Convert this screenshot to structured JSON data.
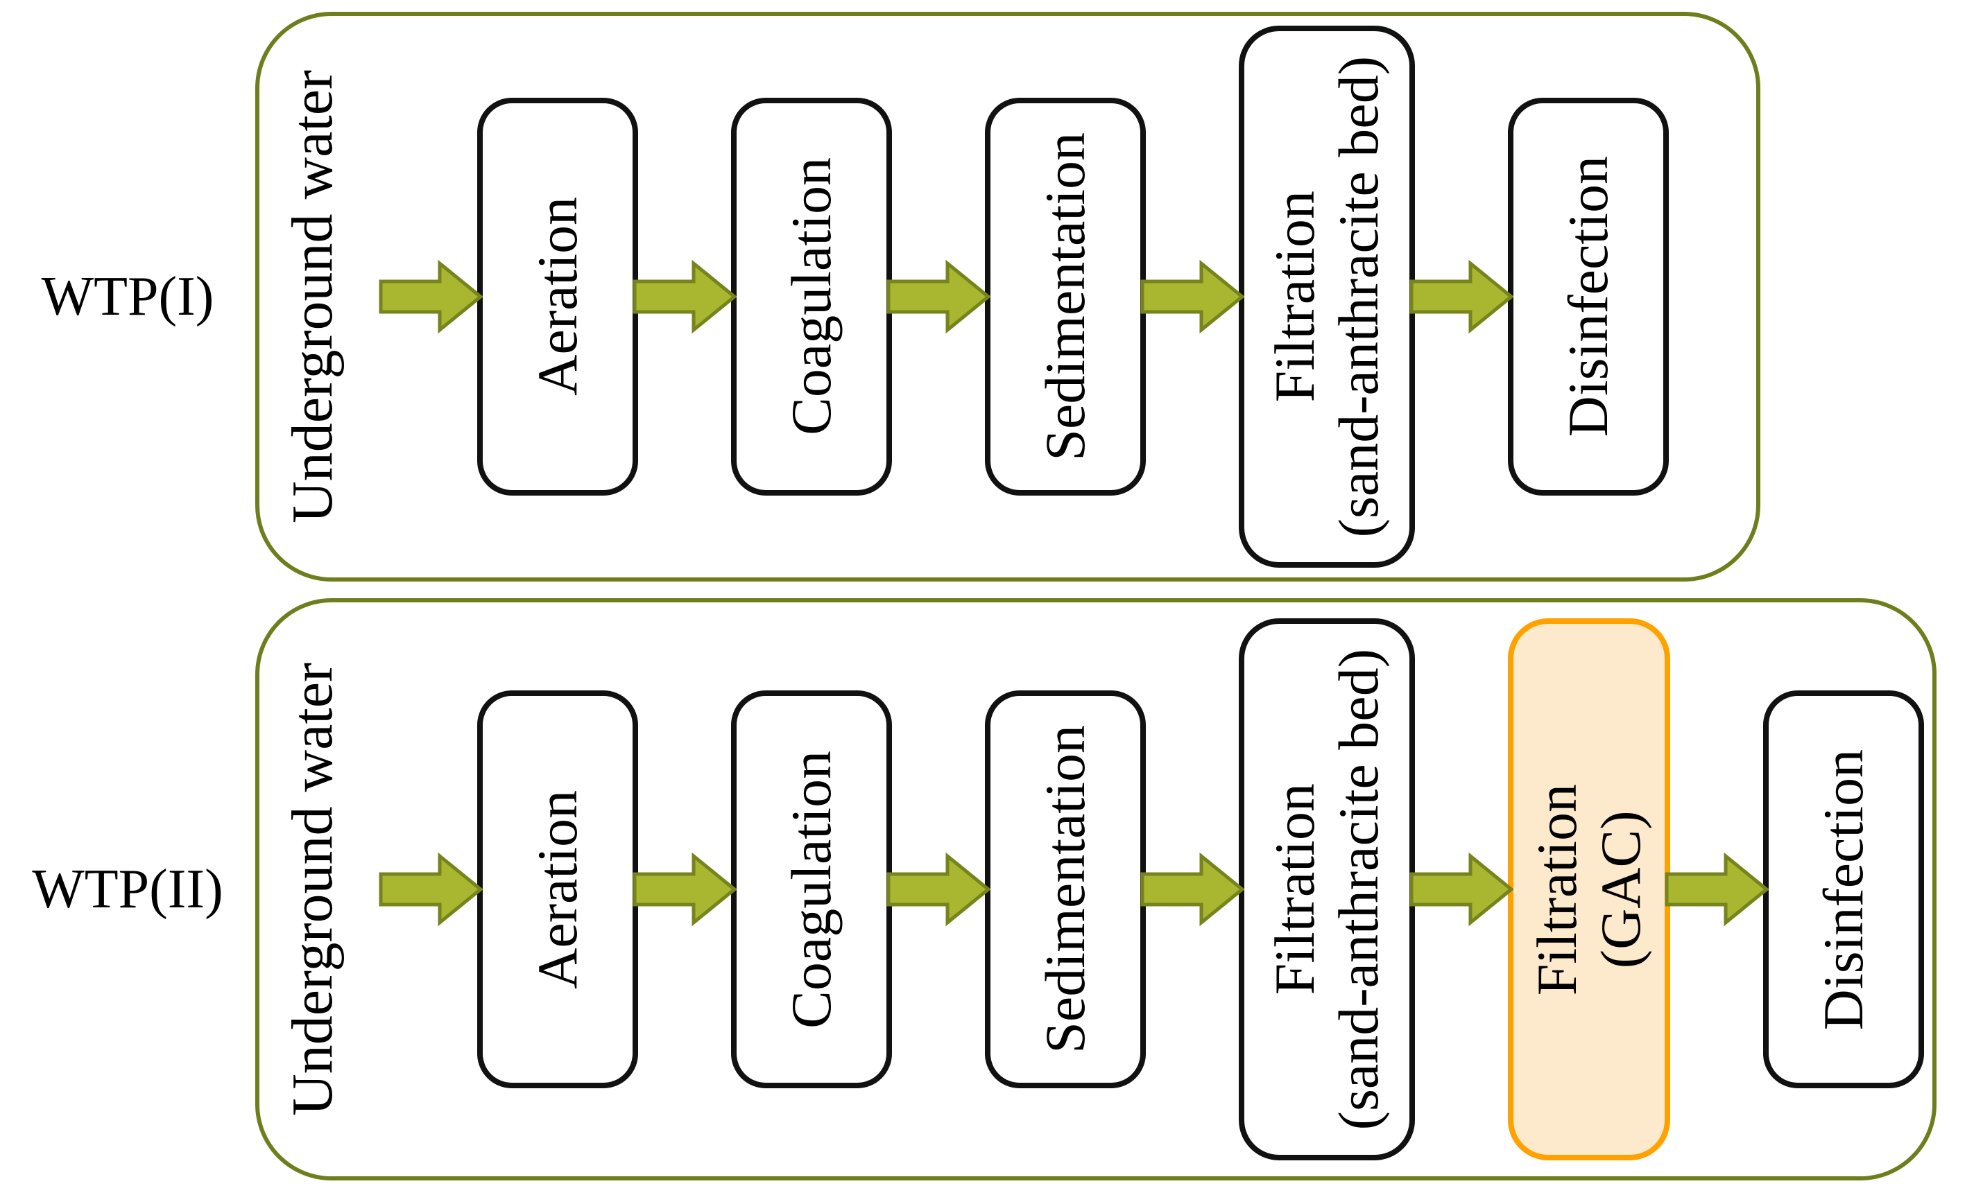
{
  "colors": {
    "olive_border": "#6F7E1C",
    "arrow_fill": "#A9B62F",
    "arrow_stroke": "#77831D",
    "box_border": "#111111",
    "highlight_border": "#FFA200",
    "highlight_fill": "#FDE9CB",
    "text_color": "#000000"
  },
  "rows": [
    {
      "label": "WTP(I)",
      "source": "Underground water",
      "stages": [
        {
          "label": "Aeration"
        },
        {
          "label": "Coagulation"
        },
        {
          "label": "Sedimentation"
        },
        {
          "label": "Filtration",
          "sublabel": "(sand-anthracite bed)"
        },
        {
          "label": "Disinfection"
        }
      ]
    },
    {
      "label": "WTP(II)",
      "source": "Underground water",
      "stages": [
        {
          "label": "Aeration"
        },
        {
          "label": "Coagulation"
        },
        {
          "label": "Sedimentation"
        },
        {
          "label": "Filtration",
          "sublabel": "(sand-anthracite bed)"
        },
        {
          "label": "Filtration",
          "sublabel": "(GAC)",
          "highlighted": true
        },
        {
          "label": "Disinfection"
        }
      ]
    }
  ]
}
